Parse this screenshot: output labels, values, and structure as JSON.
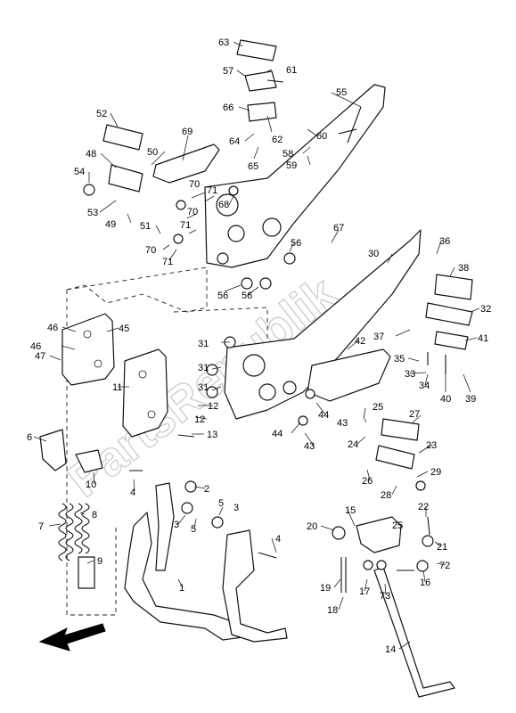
{
  "watermark": "PartsRepublik",
  "labels": [
    {
      "text": "63"
    },
    {
      "text": "61"
    },
    {
      "text": "57"
    },
    {
      "text": "55"
    },
    {
      "text": "52"
    },
    {
      "text": "66"
    },
    {
      "text": "69"
    },
    {
      "text": "62"
    },
    {
      "text": "60"
    },
    {
      "text": "64"
    },
    {
      "text": "58"
    },
    {
      "text": "50"
    },
    {
      "text": "48"
    },
    {
      "text": "65"
    },
    {
      "text": "59"
    },
    {
      "text": "54"
    },
    {
      "text": "70"
    },
    {
      "text": "71"
    },
    {
      "text": "68"
    },
    {
      "text": "53"
    },
    {
      "text": "49"
    },
    {
      "text": "70"
    },
    {
      "text": "51"
    },
    {
      "text": "71"
    },
    {
      "text": "67"
    },
    {
      "text": "70"
    },
    {
      "text": "71"
    },
    {
      "text": "56"
    },
    {
      "text": "36"
    },
    {
      "text": "30"
    },
    {
      "text": "38"
    },
    {
      "text": "56"
    },
    {
      "text": "56"
    },
    {
      "text": "32"
    },
    {
      "text": "46"
    },
    {
      "text": "45"
    },
    {
      "text": "37"
    },
    {
      "text": "41"
    },
    {
      "text": "31"
    },
    {
      "text": "42"
    },
    {
      "text": "46"
    },
    {
      "text": "35"
    },
    {
      "text": "47"
    },
    {
      "text": "33"
    },
    {
      "text": "31"
    },
    {
      "text": "11"
    },
    {
      "text": "31"
    },
    {
      "text": "34"
    },
    {
      "text": "40"
    },
    {
      "text": "39"
    },
    {
      "text": "12"
    },
    {
      "text": "25"
    },
    {
      "text": "27"
    },
    {
      "text": "44"
    },
    {
      "text": "43"
    },
    {
      "text": "12"
    },
    {
      "text": "44"
    },
    {
      "text": "43"
    },
    {
      "text": "13"
    },
    {
      "text": "24"
    },
    {
      "text": "23"
    },
    {
      "text": "6"
    },
    {
      "text": "10"
    },
    {
      "text": "26"
    },
    {
      "text": "29"
    },
    {
      "text": "4"
    },
    {
      "text": "2"
    },
    {
      "text": "28"
    },
    {
      "text": "8"
    },
    {
      "text": "5"
    },
    {
      "text": "3"
    },
    {
      "text": "22"
    },
    {
      "text": "7"
    },
    {
      "text": "3"
    },
    {
      "text": "15"
    },
    {
      "text": "25"
    },
    {
      "text": "5"
    },
    {
      "text": "20"
    },
    {
      "text": "4"
    },
    {
      "text": "21"
    },
    {
      "text": "9"
    },
    {
      "text": "72"
    },
    {
      "text": "1"
    },
    {
      "text": "19"
    },
    {
      "text": "17"
    },
    {
      "text": "73"
    },
    {
      "text": "16"
    },
    {
      "text": "18"
    },
    {
      "text": "14"
    }
  ]
}
